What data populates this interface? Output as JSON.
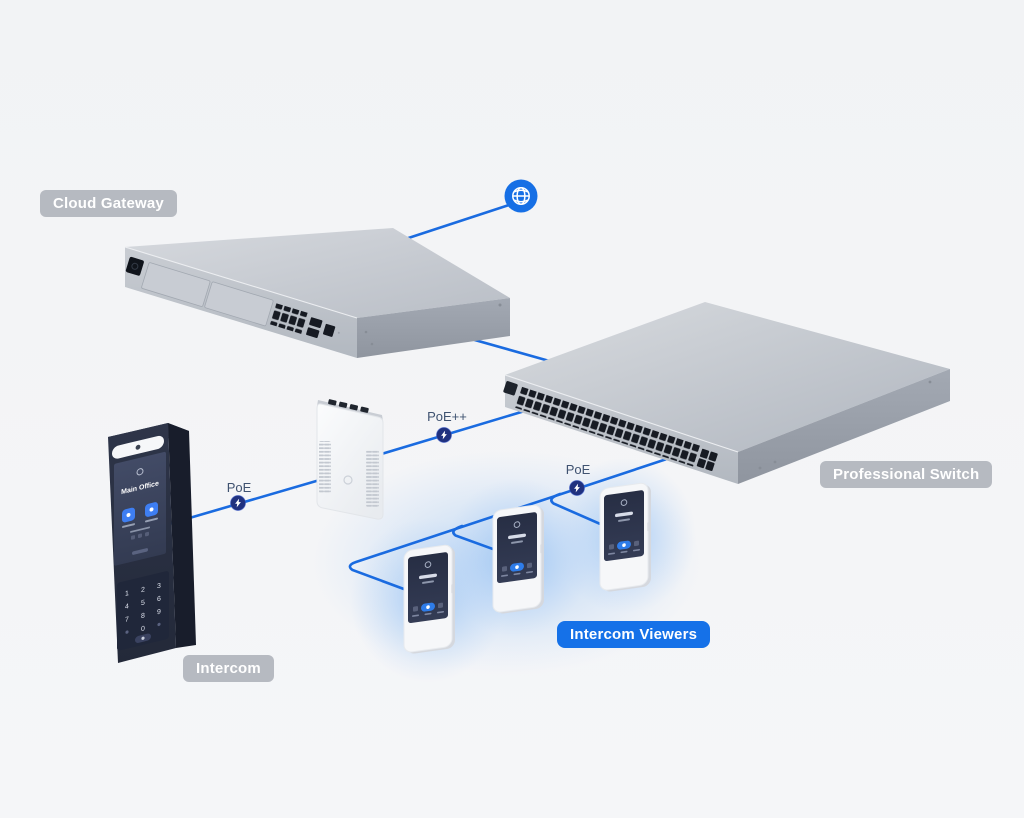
{
  "scene": {
    "background": "#f3f4f6",
    "accent_blue": "#1a6be0",
    "glow_color": "#a9ccf3",
    "poe_dot_color": "#20317f"
  },
  "badges": {
    "cloud_gateway": "Cloud Gateway",
    "professional_switch": "Professional Switch",
    "intercom": "Intercom",
    "intercom_viewers": "Intercom Viewers"
  },
  "connections": {
    "intercom_to_adapter": {
      "label": "PoE"
    },
    "adapter_to_switch": {
      "label": "PoE++"
    },
    "switch_to_viewers": {
      "label": "PoE"
    }
  },
  "intercom_screen": {
    "title": "Main Office",
    "keypad": [
      "1",
      "2",
      "3",
      "4",
      "5",
      "6",
      "7",
      "8",
      "9",
      "0"
    ]
  },
  "viewers_count": 3,
  "icons": {
    "internet": "globe-icon",
    "power": "lightning-icon"
  }
}
